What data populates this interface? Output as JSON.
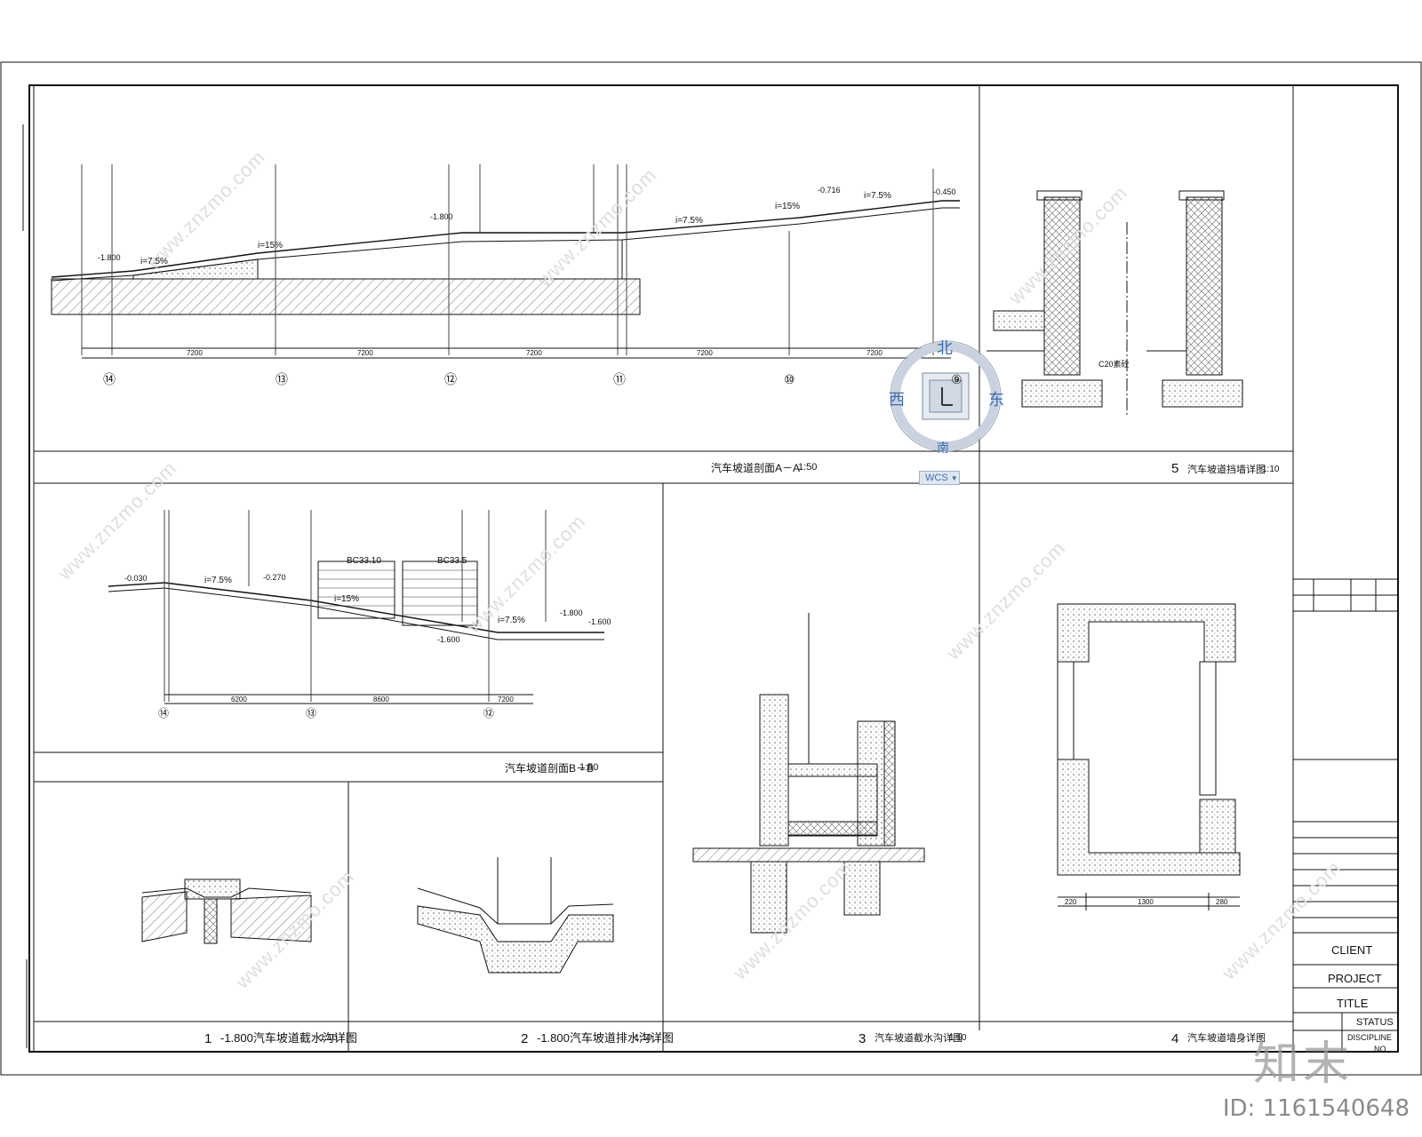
{
  "sections": {
    "aa": {
      "title": "汽车坡道剖面A－A",
      "scale": "1:50"
    },
    "bb": {
      "title": "汽车坡道剖面B－B",
      "scale": "1:50"
    },
    "d1": {
      "num": "1",
      "title": "-1.800汽车坡道截水沟详图",
      "scale": "1:10"
    },
    "d2": {
      "num": "2",
      "title": "-1.800汽车坡道排水沟详图",
      "scale": "1:10"
    },
    "d3": {
      "num": "3",
      "title": "汽车坡道截水沟详图",
      "scale": "1:10"
    },
    "d4": {
      "num": "4",
      "title": "汽车坡道墙身详图",
      "scale": ""
    },
    "d5": {
      "num": "5",
      "title": "汽车坡道挡墙详图",
      "scale": "1:10"
    }
  },
  "slopes": {
    "a1": "i=7.5%",
    "a2": "i=15%",
    "a3": "i=7.5%",
    "a4": "i=15%",
    "a5": "i=7.5%",
    "b1": "i=7.5%",
    "b2": "i=15%",
    "b3": "i=7.5%"
  },
  "levels": {
    "a1": "-1.800",
    "a2": "-1.800",
    "a3": "-0.716",
    "a4": "-0.450",
    "b1": "-0.030",
    "b2": "-0.270",
    "b3": "-1.800",
    "b4": "-1.600",
    "b5": "-1.600"
  },
  "panels": {
    "p1": "BC33.10",
    "p2": "BC33.5"
  },
  "axes": [
    "⑭",
    "⑬",
    "⑫",
    "⑪",
    "⑩",
    "⑨"
  ],
  "b_axes": [
    "⑭",
    "⑬",
    "⑫"
  ],
  "dims_aa": [
    "7200",
    "7200",
    "7200",
    "7200",
    "7200"
  ],
  "dims_bb": [
    "6200",
    "8600",
    "7200"
  ],
  "dims_d4": [
    "220",
    "1300",
    "280"
  ],
  "d5_note": "C20素砼",
  "compass": {
    "north": "北",
    "south": "南",
    "west": "西",
    "east": "东",
    "wcs": "WCS"
  },
  "titleblock": {
    "client": "CLIENT",
    "project": "PROJECT",
    "title": "TITLE",
    "status": "STATUS",
    "discipline": "DISCIPLINE",
    "no": "NO."
  },
  "watermark": "www.znzmo.com",
  "logo": "知末",
  "id": "ID: 1161540648"
}
